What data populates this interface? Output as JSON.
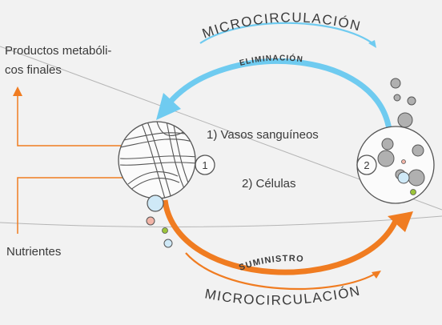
{
  "labels": {
    "products_line1": "Productos metabóli-",
    "products_line2": "cos finales",
    "nutrients": "Nutrientes",
    "vessels": "1) Vasos sanguíneos",
    "cells": "2) Células",
    "circle1": "1",
    "circle2": "2",
    "microcirculation_top": "MICROCIRCULACIÓN",
    "microcirculation_bottom": "MICROCIRCULACIÓN",
    "elimination": "ELIMINACIÓN",
    "supply": "SUMINISTRO"
  },
  "colors": {
    "background": "#f2f2f2",
    "elimination_arrow": "#6fcbf0",
    "supply_arrow": "#f07c21",
    "text": "#3a3a3a",
    "outline": "#555555",
    "cell_gray": "#b0b0b0",
    "cell_light_blue": "#cfe9f7",
    "cell_pink": "#f2b5a8",
    "cell_green": "#9cc43a"
  }
}
